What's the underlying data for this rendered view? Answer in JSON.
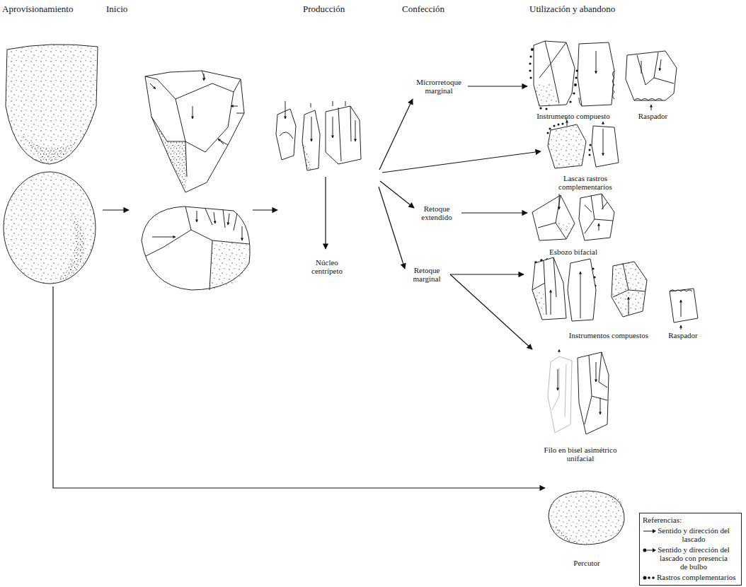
{
  "diagram": {
    "nodes": [
      {
        "text": [
          "Microrretoque marginal"
        ]
      },
      {
        "text": [
          "Instrumento compuesto"
        ]
      },
      {
        "text": [
          "Raspador"
        ]
      },
      {
        "text": [
          "Lascas rastros complementarios"
        ]
      },
      {
        "text": [
          "Retoque extendido"
        ]
      },
      {
        "text": [
          "Esbozo bifacial"
        ]
      },
      {
        "text": [
          "Retoque marginal"
        ]
      },
      {
        "text": [
          "Instrumentos compuestos"
        ]
      },
      {
        "text": [
          "Raspador"
        ]
      },
      {
        "text": [
          "Filo en bisel asimétrico unifacial"
        ]
      },
      {
        "text": [
          "Núcleo centrípeto"
        ]
      },
      {
        "text": [
          "Percutor"
        ]
      }
    ],
    "edges": [
      {
        "from": 0,
        "to": 1,
        "arrow": "to"
      },
      {
        "from": 4,
        "to": 5,
        "arrow": "to"
      },
      {
        "from": 6,
        "to": 7,
        "arrow": "to"
      },
      {
        "from": 6,
        "to": 9,
        "arrow": "to"
      }
    ],
    "labels": [
      "Aprovisionamiento",
      "Inicio",
      "Producción",
      "Confección",
      "Utilización y abandono",
      "Referencias:"
    ],
    "legend": [
      {
        "text": "Sentido y dirección del lascado"
      },
      {
        "text": "Sentido y dirección del lascado con presencia de bulbo"
      },
      {
        "text": "Rastros complementarios"
      }
    ]
  }
}
